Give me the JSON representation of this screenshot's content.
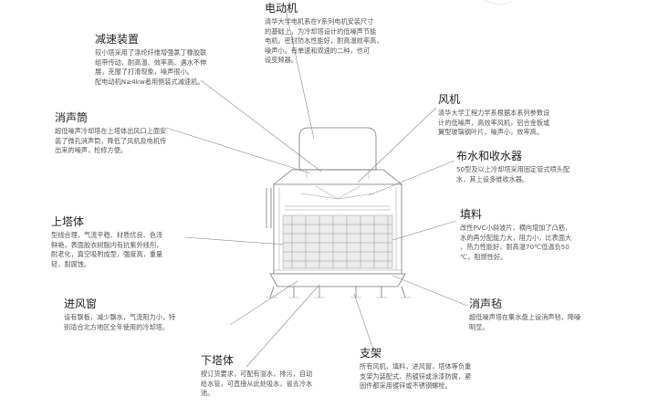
{
  "callouts": {
    "motor": {
      "title": "电动机",
      "lines": [
        "清华大学电机系在Y系列电机安装尺寸",
        "的基础上，为冷却塔设计的低噪声节能",
        "电机，密封防水性能好，耐高温效率高，",
        "噪声小。有单速和双速的二种，也可",
        "设变频器。"
      ]
    },
    "reducer": {
      "title": "减速装置",
      "lines": [
        "较小塔采用了涤纶纤维增强氯丁橡胶联",
        "组带传动，耐高温、效率高、遇水不伸",
        "展，克服了打滑现象，噪声很小。",
        "配电动机N≥4kw者用侧装式减速机。"
      ]
    },
    "muffler": {
      "title": "消声筒",
      "lines": [
        "超低噪声冷却塔在上塔体出风口上面安",
        "装了微孔消声筒，降低了风机及电机传",
        "出来的噪声，检修方便。"
      ]
    },
    "fan": {
      "title": "风机",
      "lines": [
        "清华大学工程力学系根据本系列参数设",
        "计的低噪声，高效率风机，铝合金板或",
        "翼型玻璃钢叶片，噪声小，效率高。"
      ]
    },
    "distributor": {
      "title": "布水和收水器",
      "lines": [
        "50型及以上冷却塔采用固定管式喷头配",
        "水，其上设多维收水器。"
      ]
    },
    "upper_body": {
      "title": "上塔体",
      "lines": [
        "型线合理，气流平稳、材质优良、色泽",
        "鲜艳，表面胶衣树脂内有抗紫外线剂，",
        "耐老化，真空吸附成型，强度高，重量",
        "轻，耐腐蚀。"
      ]
    },
    "fill": {
      "title": "填料",
      "lines": [
        "改性PVC小斜波片，横向增加了凸筋，",
        "水的再分配能力大，阻力小，比表面大",
        "，热力性能好，耐高温70℃低温负50",
        "℃，阻燃性好。"
      ]
    },
    "inlet_window": {
      "title": "进风窗",
      "lines": [
        "设有飘板，减少飘水，气流阻力小，特",
        "别适合北方地区全年使用的冷却塔。"
      ]
    },
    "mat": {
      "title": "消声毡",
      "lines": [
        "超低噪声塔在集水盘上设消声毡，降噪",
        "明显。"
      ]
    },
    "lower_body": {
      "title": "下塔体",
      "lines": [
        "按订货要求，可配有溢水，排污，自动",
        "给水管，可直接从此处吸水，省去冷水",
        "池。"
      ]
    },
    "support": {
      "title": "支架",
      "lines": [
        "所有风机，填料，进风窗，塔体等负重",
        "支架为装配式，热镀锌或涂漆防腐，紧",
        "固件都采用镀锌或不锈钢螺栓。"
      ]
    }
  }
}
